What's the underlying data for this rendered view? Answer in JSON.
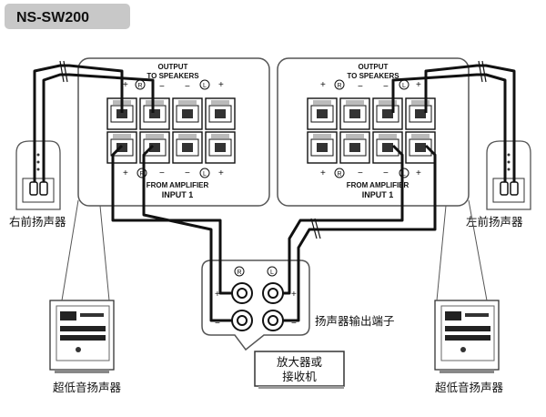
{
  "model": "NS-SW200",
  "panel_left": {
    "output_line1": "OUTPUT",
    "output_line2": "TO SPEAKERS",
    "from_amp": "FROM AMPLIFIER",
    "input": "INPUT 1",
    "ch_r": "R",
    "ch_l": "L"
  },
  "panel_right": {
    "output_line1": "OUTPUT",
    "output_line2": "TO SPEAKERS",
    "from_amp": "FROM AMPLIFIER",
    "input": "INPUT 1",
    "ch_r": "R",
    "ch_l": "L"
  },
  "labels": {
    "front_right": "右前扬声器",
    "front_left": "左前扬声器",
    "subwoofer_left": "超低音扬声器",
    "subwoofer_right": "超低音扬声器",
    "speaker_out": "扬声器输出端子",
    "amp_line1": "放大器或",
    "amp_line2": "接收机"
  },
  "amp_terminals": {
    "r": "R",
    "l": "L",
    "plus": "+",
    "minus": "−"
  }
}
